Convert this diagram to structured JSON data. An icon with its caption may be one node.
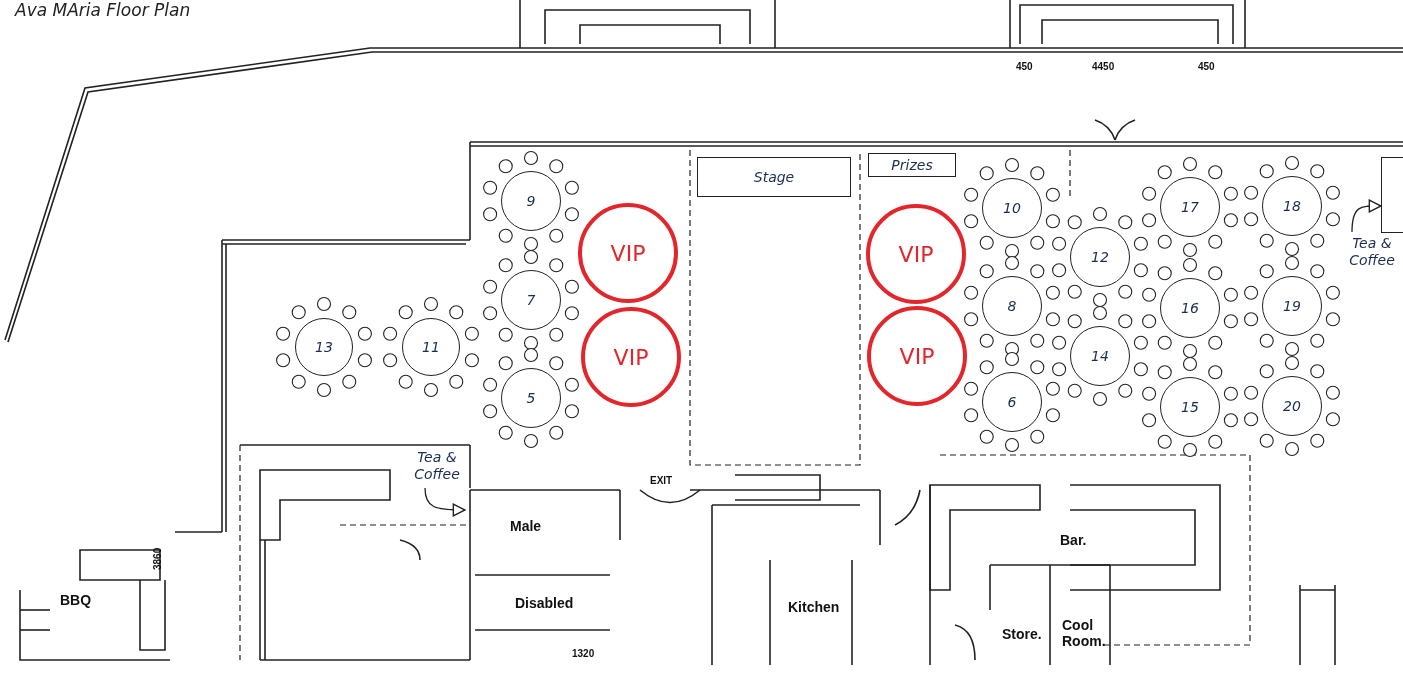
{
  "diagram": {
    "title": "Ava MAria Floor Plan",
    "nodes": [
      {
        "text": [
          "Stage"
        ]
      },
      {
        "text": [
          "Prizes"
        ]
      },
      {
        "text": [
          "13"
        ]
      },
      {
        "text": [
          "11"
        ]
      },
      {
        "text": [
          "9"
        ]
      },
      {
        "text": [
          "7"
        ]
      },
      {
        "text": [
          "5"
        ]
      },
      {
        "text": [
          "VIP"
        ]
      },
      {
        "text": [
          "VIP"
        ]
      },
      {
        "text": [
          "VIP"
        ]
      },
      {
        "text": [
          "VIP"
        ]
      },
      {
        "text": [
          "10"
        ]
      },
      {
        "text": [
          "8"
        ]
      },
      {
        "text": [
          "6"
        ]
      },
      {
        "text": [
          "12"
        ]
      },
      {
        "text": [
          "14"
        ]
      },
      {
        "text": [
          "17"
        ]
      },
      {
        "text": [
          "16"
        ]
      },
      {
        "text": [
          "15"
        ]
      },
      {
        "text": [
          "18"
        ]
      },
      {
        "text": [
          "19"
        ]
      },
      {
        "text": [
          "20"
        ]
      },
      {
        "text": [
          "Tea & Coffee"
        ]
      },
      {
        "text": [
          "Tea & Coffee"
        ]
      },
      {
        "text": [],
        "shape": "box"
      }
    ],
    "edges": [
      {
        "from": 22,
        "to": null,
        "arrow": "to"
      },
      {
        "from": 23,
        "to": 24,
        "arrow": "to"
      }
    ],
    "labels": [
      "450",
      "4450",
      "450",
      "EXIT",
      "Male",
      "Bar.",
      "3860",
      "BBQ",
      "Disabled",
      "Kitchen",
      "Store.",
      "Cool Room.",
      "1320"
    ]
  }
}
